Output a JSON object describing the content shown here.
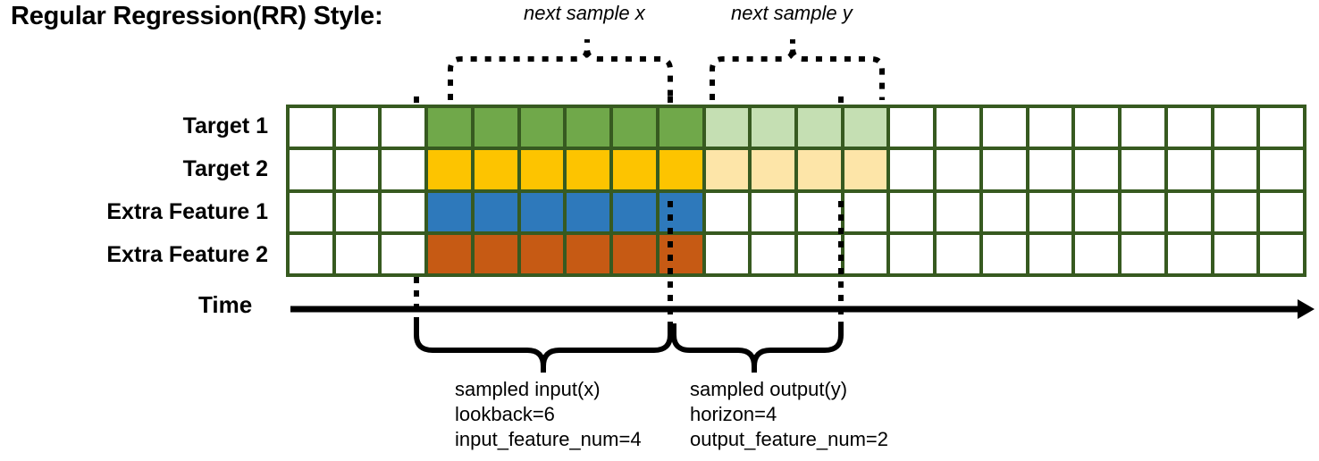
{
  "title": "Regular Regression(RR) Style:",
  "rows": [
    {
      "label": "Target 1",
      "name": "target-1"
    },
    {
      "label": "Target 2",
      "name": "target-2"
    },
    {
      "label": "Extra Feature 1",
      "name": "extra-feature-1"
    },
    {
      "label": "Extra Feature 2",
      "name": "extra-feature-2"
    }
  ],
  "grid": {
    "columns": 22,
    "lead_blank_cols": 3,
    "input_cols": 6,
    "output_cols": 4,
    "trail_blank_cols": 9,
    "border_color": "#375A20",
    "empty_color": "#FFFFFF",
    "row_colors": [
      {
        "input": "#70A84A",
        "output": "#C5DFB3"
      },
      {
        "input": "#FDC400",
        "output": "#FDE5A8"
      },
      {
        "input": "#2E79BB",
        "output": "#FFFFFF"
      },
      {
        "input": "#C65A14",
        "output": "#FFFFFF"
      }
    ]
  },
  "time_axis": {
    "label": "Time"
  },
  "top_braces": [
    {
      "label": "next sample x",
      "name": "next-sample-x"
    },
    {
      "label": "next sample y",
      "name": "next-sample-y"
    }
  ],
  "bottom_annotations": {
    "input": {
      "line1": "sampled input(x)",
      "line2": "lookback=6",
      "line3": "input_feature_num=4"
    },
    "output": {
      "line1": "sampled output(y)",
      "line2": "horizon=4",
      "line3": "output_feature_num=2"
    }
  }
}
